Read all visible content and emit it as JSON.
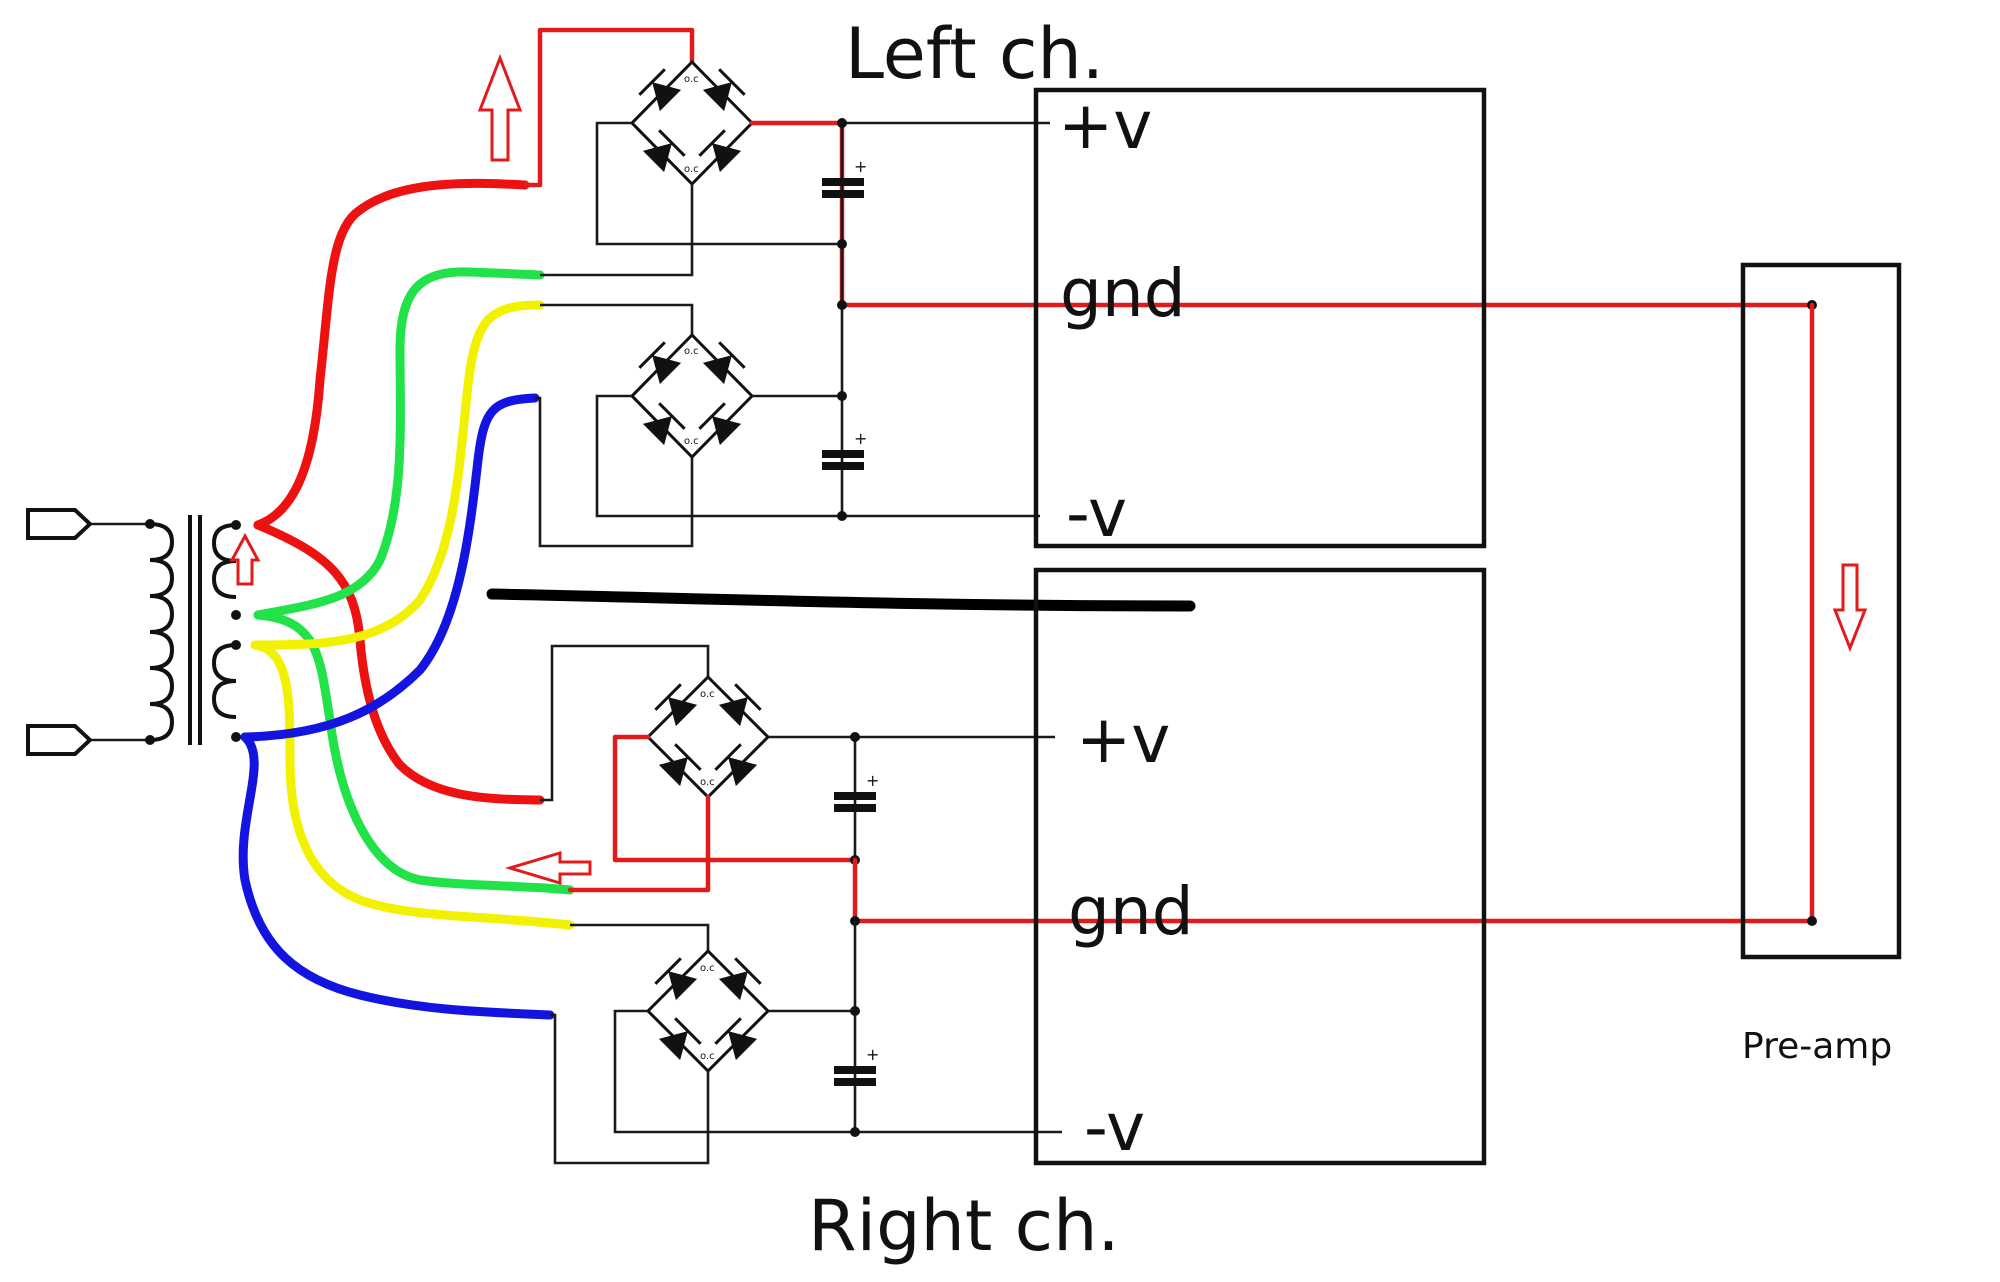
{
  "labels": {
    "left_channel": "Left ch.",
    "right_channel": "Right ch.",
    "preamp": "Pre-amp",
    "terminals": {
      "left_plus": "+v",
      "left_gnd": "gnd",
      "left_minus": "-v",
      "right_plus": "+v",
      "right_gnd": "gnd",
      "right_minus": "-v"
    },
    "bridge_mark": "o.c"
  },
  "colors": {
    "ground_path": "#e11b1b",
    "arrow_outline": "#e11b1b",
    "secondary_red": "#ee1111",
    "secondary_green": "#22e24a",
    "secondary_yellow": "#f2f200",
    "secondary_blue": "#1414e0",
    "wire": "#1a1a1a",
    "shield": "#000000"
  }
}
